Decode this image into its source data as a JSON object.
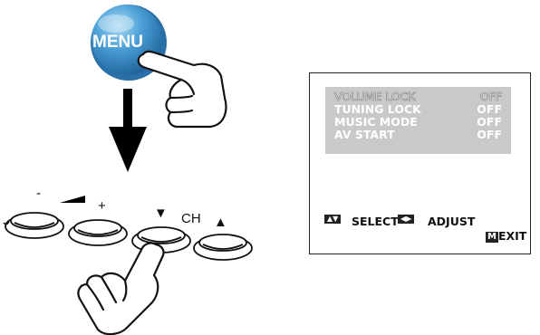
{
  "remote": {
    "menu_label": "MENU",
    "volume_minus_label": "-",
    "volume_plus_label": "+",
    "channel_down_symbol": "▼",
    "channel_label": "CH",
    "channel_up_symbol": "▲"
  },
  "osd": {
    "items": [
      {
        "label": "VOLUME LOCK",
        "value": "OFF",
        "selected": true
      },
      {
        "label": "TUNING LOCK",
        "value": "OFF",
        "selected": false
      },
      {
        "label": "MUSIC MODE",
        "value": "OFF",
        "selected": false
      },
      {
        "label": "AV START",
        "value": "OFF",
        "selected": false
      }
    ],
    "select_key": "▲▼",
    "select_label": "SELECT",
    "adjust_key": "◀▶",
    "adjust_label": "ADJUST",
    "exit_key": "M",
    "exit_label": "EXIT"
  },
  "colors": {
    "menu_button": "#3f8fc6",
    "menu_highlight": "#9fd3f2",
    "osd_list_background": "#c9c9c9"
  }
}
